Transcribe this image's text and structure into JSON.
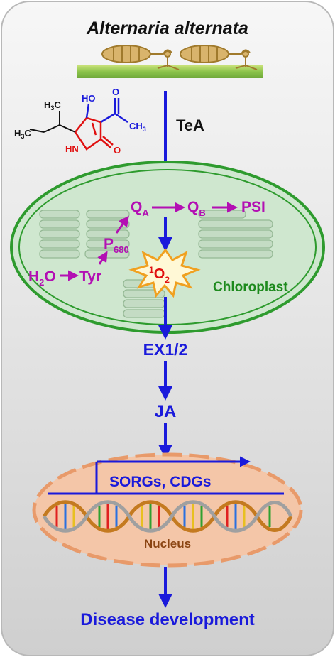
{
  "title": "Alternaria alternata",
  "toxin": {
    "name": "TeA",
    "structure": {
      "oh": "HO",
      "ch3_upper": "H",
      "ch3_upper_sub": "3",
      "ch3_upper_c": "C",
      "ch3_lower": "H",
      "ch3_lower_sub": "3",
      "ch3_lower_c": "C",
      "ch3_right": "CH",
      "ch3_right_sub": "3",
      "nh": "HN",
      "o_ring": "O",
      "o_ketone": "O"
    }
  },
  "chloroplast": {
    "label": "Chloroplast",
    "h2o": {
      "main": "H",
      "sub": "2",
      "tail": "O"
    },
    "tyr": "Tyr",
    "p680": {
      "main": "P",
      "sub": "680"
    },
    "qa": {
      "main": "Q",
      "sub": "A"
    },
    "qb": {
      "main": "Q",
      "sub": "B"
    },
    "psi": "PSI",
    "singlet_oxygen": {
      "sup": "1",
      "main": "O",
      "sub": "2"
    }
  },
  "ex": "EX1/2",
  "ja": "JA",
  "nucleus": {
    "genes": "SORGs, CDGs",
    "label": "Nucleus"
  },
  "outcome": "Disease development",
  "colors": {
    "blue": "#1a1adb",
    "magenta": "#b30fb3",
    "green": "#1d8a1d",
    "brown": "#8b4513",
    "red": "#e01010"
  }
}
